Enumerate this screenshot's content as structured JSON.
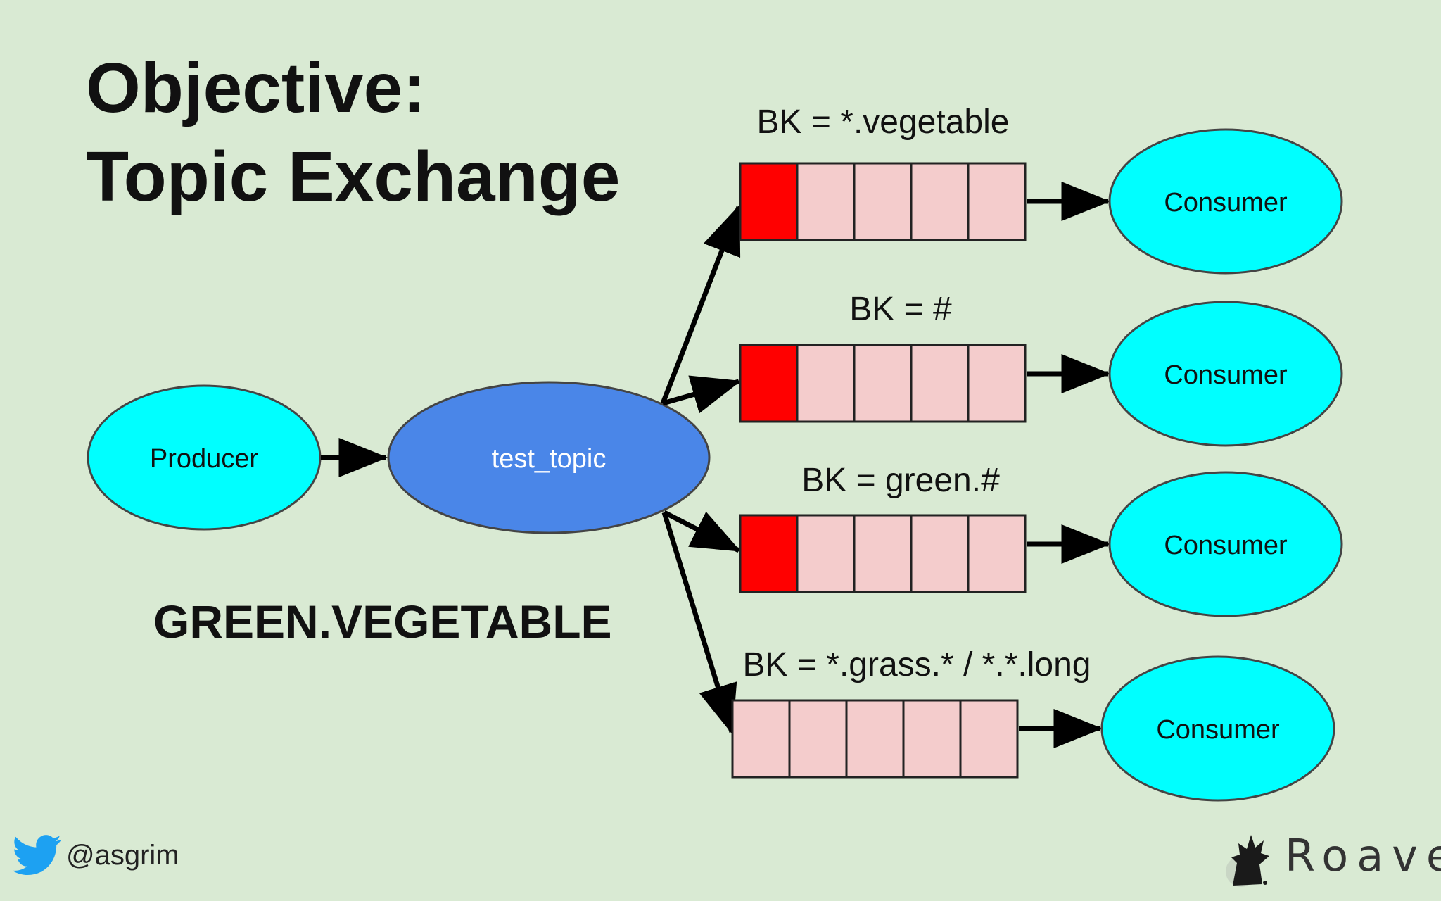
{
  "title": {
    "line1": "Objective:",
    "line2": "Topic Exchange"
  },
  "routing_key": "GREEN.VEGETABLE",
  "producer": {
    "label": "Producer"
  },
  "exchange": {
    "label": "test_topic"
  },
  "bindings": [
    {
      "label": "BK = *.vegetable",
      "message_received": true,
      "consumer": "Consumer"
    },
    {
      "label": "BK = #",
      "message_received": true,
      "consumer": "Consumer"
    },
    {
      "label": "BK = green.#",
      "message_received": true,
      "consumer": "Consumer"
    },
    {
      "label": "BK = *.grass.* / *.*.long",
      "message_received": false,
      "consumer": "Consumer"
    }
  ],
  "footer": {
    "handle": "@asgrim",
    "brand": "Roave",
    "handle_icon": "twitter-bird-icon",
    "brand_icon": "roave-logo-icon"
  },
  "colors": {
    "background": "#d9ead3",
    "consumer_fill": "#00ffff",
    "exchange_fill": "#4a86e8",
    "queue_slot_fill": "#f4cccc",
    "message_fill": "#ff0000"
  }
}
